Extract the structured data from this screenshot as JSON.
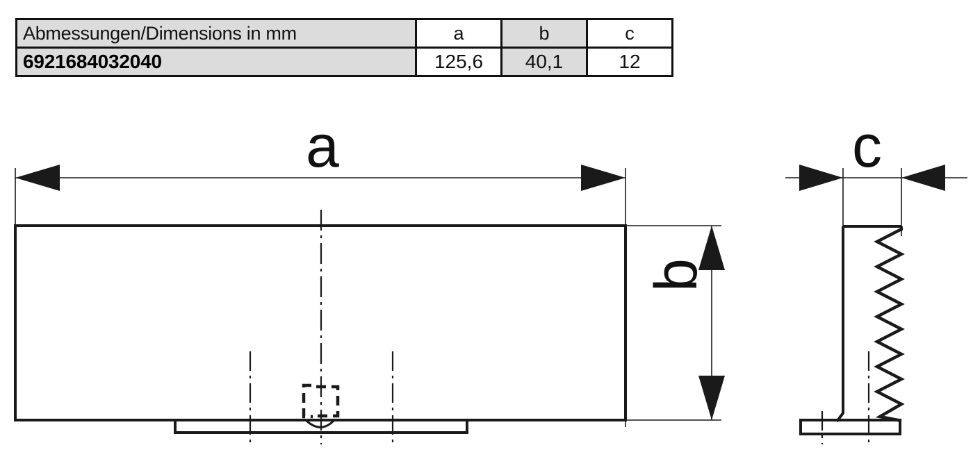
{
  "table": {
    "header": {
      "description": "Abmessungen/Dimensions in mm",
      "col_a": "a",
      "col_b": "b",
      "col_c": "c"
    },
    "row": {
      "part_number": "6921684032040",
      "val_a": "125,6",
      "val_b": "40,1",
      "val_c": "12"
    },
    "shaded_columns": [
      "description",
      "b"
    ],
    "colors": {
      "shade": "#dcdcdc",
      "border": "#111111",
      "text": "#111111"
    }
  },
  "drawing": {
    "front_view": {
      "dimension_a_label": "a",
      "dimension_b_label": "b"
    },
    "side_view": {
      "dimension_c_label": "c"
    },
    "colors": {
      "line": "#1a1a1a",
      "background": "#ffffff"
    }
  },
  "chart_data": {
    "type": "table",
    "title": "Abmessungen/Dimensions in mm",
    "categories": [
      "a",
      "b",
      "c"
    ],
    "values": [
      125.6,
      40.1,
      12
    ],
    "units": "mm",
    "part_number": "6921684032040",
    "annotations": [
      "a = overall length 125,6 mm (front view horizontal dimension)",
      "b = height 40,1 mm (front view vertical dimension)",
      "c = thickness 12 mm (side view horizontal dimension)"
    ]
  }
}
